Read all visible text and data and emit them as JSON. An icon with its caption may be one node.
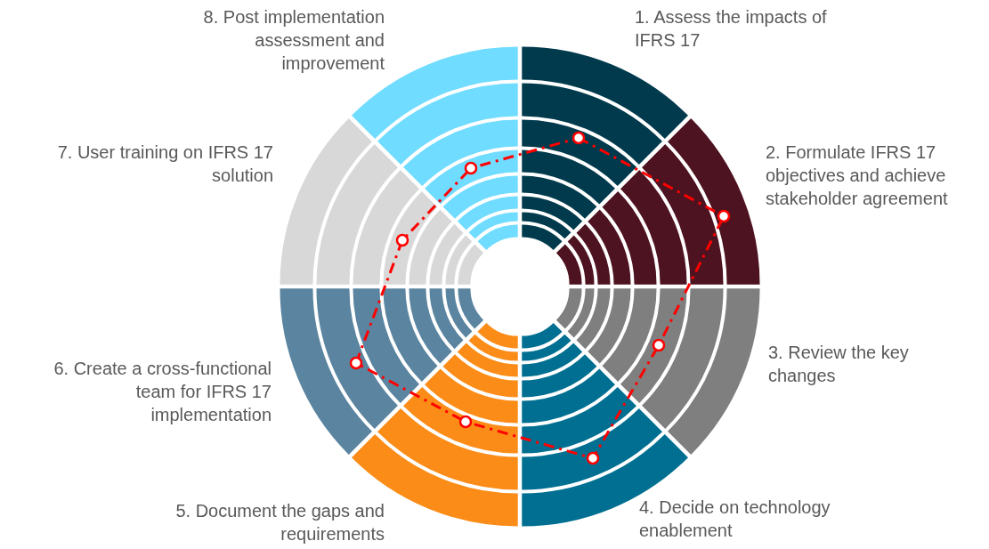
{
  "diagram": {
    "nodes": [
      {
        "text": [
          "1. Assess the impacts of IFRS 17"
        ]
      },
      {
        "text": [
          "2. Formulate IFRS 17 objectives and achieve stakeholder agreement"
        ]
      },
      {
        "text": [
          "3. Review the key changes"
        ]
      },
      {
        "text": [
          "4. Decide on technology enablement"
        ]
      },
      {
        "text": [
          "5. Document the gaps and requirements"
        ]
      },
      {
        "text": [
          "6. Create a cross-functional team for IFRS 17 implementation"
        ]
      },
      {
        "text": [
          "7. User training on IFRS 17 solution"
        ]
      },
      {
        "text": [
          "8. Post implementation assessment and improvement"
        ]
      }
    ]
  }
}
